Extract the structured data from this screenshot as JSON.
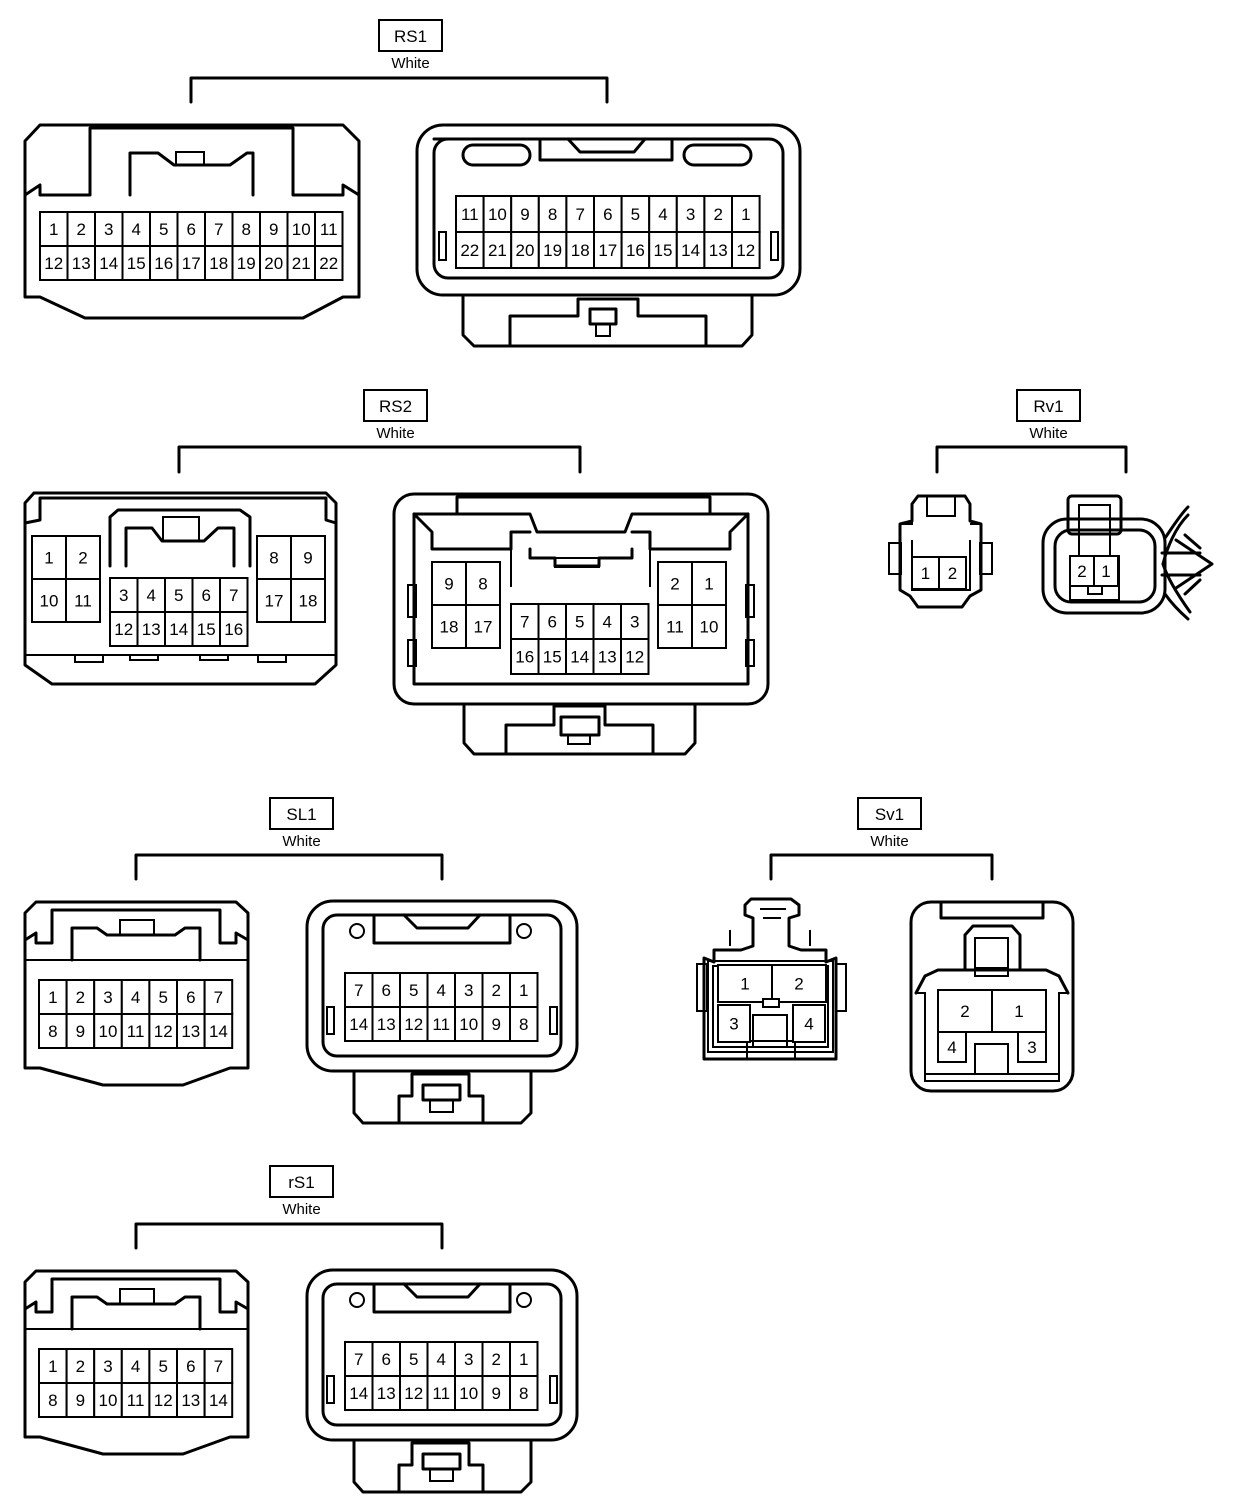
{
  "connectors": {
    "RS1": {
      "label": "RS1",
      "color": "White"
    },
    "RS2": {
      "label": "RS2",
      "color": "White"
    },
    "Rv1": {
      "label": "Rv1",
      "color": "White"
    },
    "SL1": {
      "label": "SL1",
      "color": "White"
    },
    "Sv1": {
      "label": "Sv1",
      "color": "White"
    },
    "rS1": {
      "label": "rS1",
      "color": "White"
    }
  },
  "pins": {
    "RS1_female": [
      [
        "1",
        "2",
        "3",
        "4",
        "5",
        "6",
        "7",
        "8",
        "9",
        "10",
        "11"
      ],
      [
        "12",
        "13",
        "14",
        "15",
        "16",
        "17",
        "18",
        "19",
        "20",
        "21",
        "22"
      ]
    ],
    "RS1_male": [
      [
        "11",
        "10",
        "9",
        "8",
        "7",
        "6",
        "5",
        "4",
        "3",
        "2",
        "1"
      ],
      [
        "22",
        "21",
        "20",
        "19",
        "18",
        "17",
        "16",
        "15",
        "14",
        "13",
        "12"
      ]
    ],
    "RS2_female_left": [
      [
        "1",
        "2"
      ],
      [
        "10",
        "11"
      ]
    ],
    "RS2_female_mid": [
      [
        "3",
        "4",
        "5",
        "6",
        "7"
      ],
      [
        "12",
        "13",
        "14",
        "15",
        "16"
      ]
    ],
    "RS2_female_right": [
      [
        "8",
        "9"
      ],
      [
        "17",
        "18"
      ]
    ],
    "RS2_male_left": [
      [
        "9",
        "8"
      ],
      [
        "18",
        "17"
      ]
    ],
    "RS2_male_mid": [
      [
        "7",
        "6",
        "5",
        "4",
        "3"
      ],
      [
        "16",
        "15",
        "14",
        "13",
        "12"
      ]
    ],
    "RS2_male_right": [
      [
        "2",
        "1"
      ],
      [
        "11",
        "10"
      ]
    ],
    "Rv1_female": [
      [
        "1",
        "2"
      ]
    ],
    "Rv1_male": [
      [
        "2",
        "1"
      ]
    ],
    "SL1_female": [
      [
        "1",
        "2",
        "3",
        "4",
        "5",
        "6",
        "7"
      ],
      [
        "8",
        "9",
        "10",
        "11",
        "12",
        "13",
        "14"
      ]
    ],
    "SL1_male": [
      [
        "7",
        "6",
        "5",
        "4",
        "3",
        "2",
        "1"
      ],
      [
        "14",
        "13",
        "12",
        "11",
        "10",
        "9",
        "8"
      ]
    ],
    "Sv1_female": {
      "top": [
        "1",
        "2"
      ],
      "bottom": [
        "3",
        "4"
      ]
    },
    "Sv1_male": {
      "top": [
        "2",
        "1"
      ],
      "bottom": [
        "4",
        "3"
      ]
    },
    "rS1_female": [
      [
        "1",
        "2",
        "3",
        "4",
        "5",
        "6",
        "7"
      ],
      [
        "8",
        "9",
        "10",
        "11",
        "12",
        "13",
        "14"
      ]
    ],
    "rS1_male": [
      [
        "7",
        "6",
        "5",
        "4",
        "3",
        "2",
        "1"
      ],
      [
        "14",
        "13",
        "12",
        "11",
        "10",
        "9",
        "8"
      ]
    ]
  }
}
